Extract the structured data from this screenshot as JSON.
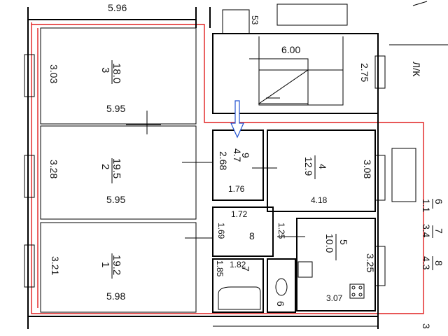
{
  "top": {
    "width_label": "5.96",
    "small_label": "53"
  },
  "stair": {
    "length": "6.00",
    "width": "2.75",
    "annot": "Л/К"
  },
  "rooms": [
    {
      "id": "room3",
      "number": "3",
      "area": "18.0",
      "width": "5.95",
      "depth": "3.03"
    },
    {
      "id": "room2",
      "number": "2",
      "area": "19.5",
      "width": "5.95",
      "depth": "3.28"
    },
    {
      "id": "room1",
      "number": "1",
      "area": "19.2",
      "width": "5.98",
      "depth": "3.21"
    },
    {
      "id": "room9",
      "number": "9",
      "area": "4.7",
      "width": "1.76",
      "depth": "2.68"
    },
    {
      "id": "room4",
      "number": "4",
      "area": "12.9",
      "width": "4.18",
      "depth": "3.08"
    },
    {
      "id": "room8",
      "number": "8",
      "width": "1.72",
      "depth": "1.69"
    },
    {
      "id": "room5",
      "number": "5",
      "area": "10.0",
      "width": "3.07",
      "depth": "3.25",
      "extra": "1.25"
    },
    {
      "id": "room7",
      "number": "7",
      "width": "1.82",
      "depth": "1.85"
    },
    {
      "id": "room6",
      "number": "6"
    }
  ],
  "side_fractions": [
    {
      "num": "6",
      "den": "1.1"
    },
    {
      "num": "7",
      "den": "3.4"
    },
    {
      "num": "8",
      "den": "4.3"
    }
  ],
  "bottom_right_mark": "3"
}
